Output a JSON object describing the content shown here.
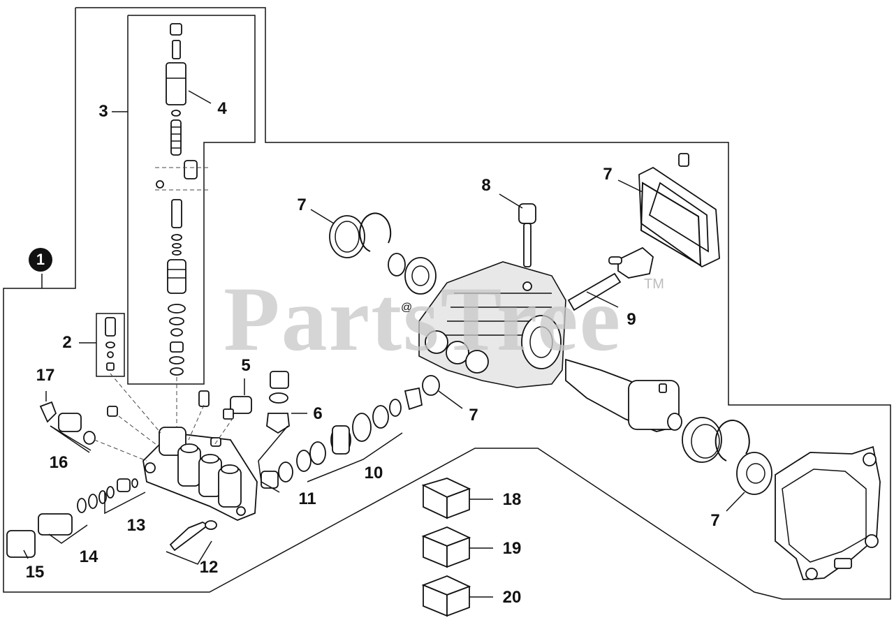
{
  "diagram": {
    "watermark": "PartsTree",
    "trademark": "TM",
    "assembly_badge": "1",
    "at_symbol": "@",
    "callouts": {
      "c2": "2",
      "c3": "3",
      "c4": "4",
      "c5": "5",
      "c6": "6",
      "c7a": "7",
      "c7b": "7",
      "c7c": "7",
      "c7d": "7",
      "c8": "8",
      "c9": "9",
      "c10": "10",
      "c11": "11",
      "c12": "12",
      "c13": "13",
      "c14": "14",
      "c15": "15",
      "c16": "16",
      "c17": "17",
      "c18": "18",
      "c19": "19",
      "c20": "20"
    }
  }
}
